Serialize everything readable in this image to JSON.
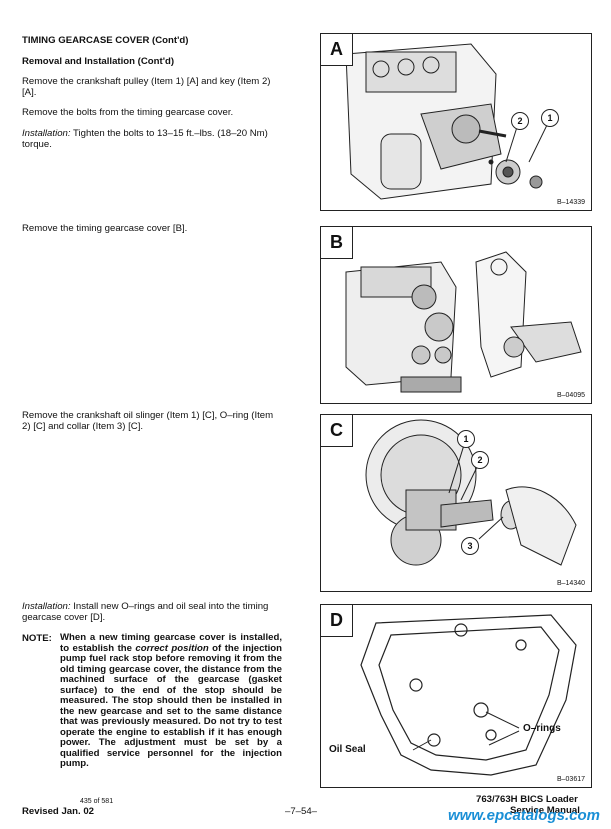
{
  "section_title": "TIMING GEARCASE COVER (Cont'd)",
  "subsection_title": "Removal and Installation (Cont'd)",
  "step1": "Remove the crankshaft pulley (Item 1) [A] and key (Item 2) [A].",
  "step2": "Remove the bolts from the timing gearcase cover.",
  "step3_label": "Installation:",
  "step3_text": "Tighten the bolts to 13–15 ft.–lbs. (18–20 Nm) torque.",
  "step4": "Remove the timing gearcase cover [B].",
  "step5": "Remove the crankshaft oil slinger (Item 1) [C], O–ring (Item 2) [C] and collar (Item 3) [C].",
  "step6_label": "Installation:",
  "step6_text": "Install new O–rings and oil seal into the timing gearcase cover [D].",
  "note_label": "NOTE:",
  "note_pre": "When a new timing gearcase cover is installed, to establish the ",
  "note_em": "correct position",
  "note_post": " of the injection pump fuel rack stop before removing it from the old timing gearcase cover, the distance from the machined surface of the gearcase (gasket surface) to the end of the stop should be measured. The stop should then be installed in the new gearcase and set to the same distance that was previously measured. Do not try to test operate the engine to establish if it has enough power. The adjustment must be set by a qualified service personnel for the injection pump.",
  "figures": [
    {
      "label": "A",
      "figure_id": "B–14339",
      "callouts": [
        "2",
        "1"
      ]
    },
    {
      "label": "B",
      "figure_id": "B–04095"
    },
    {
      "label": "C",
      "figure_id": "B–14340",
      "callouts": [
        "1",
        "2",
        "3"
      ]
    },
    {
      "label": "D",
      "figure_id": "B–03617",
      "callouts": [
        "O–rings",
        "Oil Seal"
      ]
    }
  ],
  "footer": {
    "revised": "Revised Jan. 02",
    "page_counter": "435 of 581",
    "page_number": "–7–54–",
    "manual_title": "763/763H BICS Loader",
    "manual_subtitle": "Service Manual",
    "watermark": "www.epcatalogs.com"
  }
}
